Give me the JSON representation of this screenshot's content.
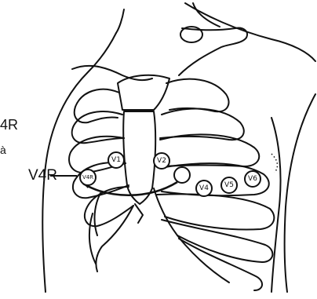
{
  "diagram": {
    "left_margin_text": [
      "4R",
      "à"
    ],
    "external_label": "V4R",
    "electrodes": [
      {
        "id": "v1",
        "label": "V1"
      },
      {
        "id": "v2",
        "label": "V2"
      },
      {
        "id": "v4",
        "label": "V4"
      },
      {
        "id": "v5",
        "label": "V5"
      },
      {
        "id": "v6",
        "label": "V6"
      },
      {
        "id": "v4r",
        "label": "V4R"
      }
    ],
    "colors": {
      "line": "#111111",
      "background": "#ffffff"
    }
  }
}
